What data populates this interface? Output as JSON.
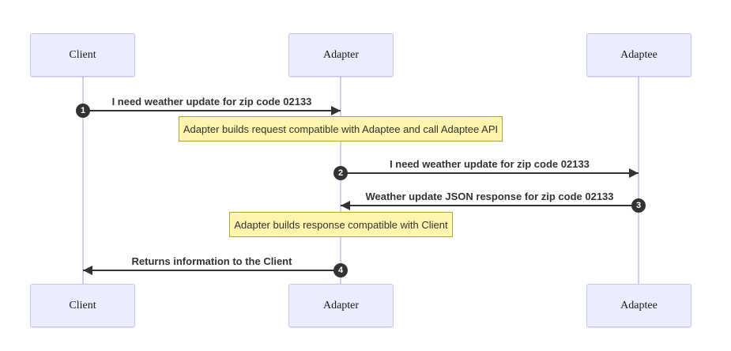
{
  "diagram_type": "sequence-diagram",
  "actors": [
    {
      "label": "Client"
    },
    {
      "label": "Adapter"
    },
    {
      "label": "Adaptee"
    }
  ],
  "messages": [
    {
      "num": "1",
      "text": "I need weather update for zip code 02133",
      "from": "Client",
      "to": "Adapter",
      "direction": "right"
    },
    {
      "num": "2",
      "text": "I need weather update for zip code 02133",
      "from": "Adapter",
      "to": "Adaptee",
      "direction": "right"
    },
    {
      "num": "3",
      "text": "Weather update JSON response for zip code 02133",
      "from": "Adaptee",
      "to": "Adapter",
      "direction": "left"
    },
    {
      "num": "4",
      "text": "Returns information to the Client",
      "from": "Adapter",
      "to": "Client",
      "direction": "left"
    }
  ],
  "notes": [
    {
      "text": "Adapter builds request compatible with Adaptee and call Adaptee API",
      "over": "Adapter"
    },
    {
      "text": "Adapter builds response compatible with Client",
      "over": "Adapter"
    }
  ],
  "colors": {
    "actor_fill": "#ECECFF",
    "actor_border": "#C9C5E8",
    "note_fill": "#FFF5AD",
    "note_border": "#AAAA33",
    "message_line": "#333333",
    "lifeline": "#D5CDEA",
    "number_badge_fill": "#333333",
    "number_badge_text": "#FFFFFF"
  }
}
